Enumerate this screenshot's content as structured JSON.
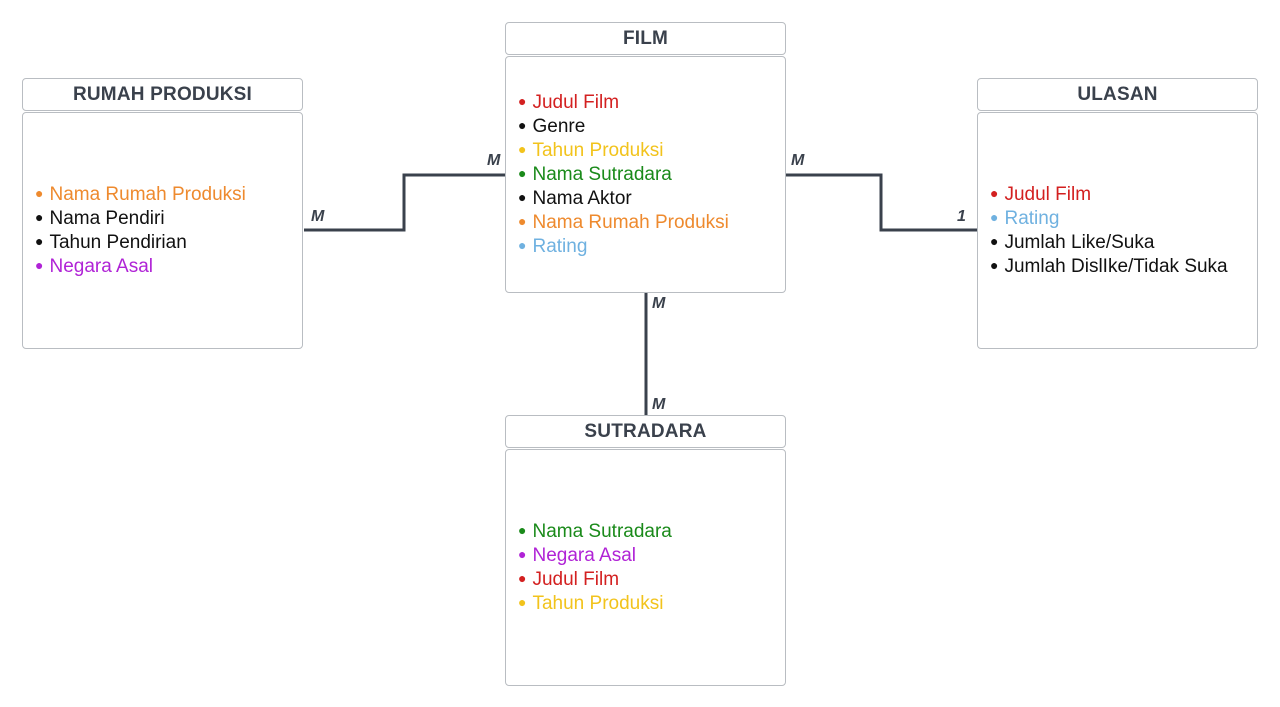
{
  "colors": {
    "red": "#d32020",
    "black": "#111111",
    "yellow": "#f2c31c",
    "green": "#1a8a1a",
    "orange": "#ee8a2e",
    "blue": "#6fb1e0",
    "purple": "#b023d6",
    "line": "#3a414c"
  },
  "entities": {
    "film": {
      "title": "FILM",
      "attributes": [
        {
          "text": "Judul Film",
          "color": "#d32020"
        },
        {
          "text": "Genre",
          "color": "#111111"
        },
        {
          "text": "Tahun Produksi",
          "color": "#f2c31c"
        },
        {
          "text": "Nama Sutradara",
          "color": "#1a8a1a"
        },
        {
          "text": "Nama Aktor",
          "color": "#111111"
        },
        {
          "text": "Nama Rumah Produksi",
          "color": "#ee8a2e"
        },
        {
          "text": "Rating",
          "color": "#6fb1e0"
        }
      ]
    },
    "rumah_produksi": {
      "title": "RUMAH PRODUKSI",
      "attributes": [
        {
          "text": "Nama Rumah Produksi",
          "color": "#ee8a2e"
        },
        {
          "text": "Nama Pendiri",
          "color": "#111111"
        },
        {
          "text": "Tahun Pendirian",
          "color": "#111111"
        },
        {
          "text": "Negara Asal",
          "color": "#b023d6"
        }
      ]
    },
    "ulasan": {
      "title": "ULASAN",
      "attributes": [
        {
          "text": "Judul Film",
          "color": "#d32020"
        },
        {
          "text": "Rating",
          "color": "#6fb1e0"
        },
        {
          "text": "Jumlah Like/Suka",
          "color": "#111111"
        },
        {
          "text": "Jumlah DislIke/Tidak Suka",
          "color": "#111111"
        }
      ]
    },
    "sutradara": {
      "title": "SUTRADARA",
      "attributes": [
        {
          "text": "Nama Sutradara",
          "color": "#1a8a1a"
        },
        {
          "text": "Negara Asal",
          "color": "#b023d6"
        },
        {
          "text": "Judul Film",
          "color": "#d32020"
        },
        {
          "text": "Tahun Produksi",
          "color": "#f2c31c"
        }
      ]
    }
  },
  "relations": {
    "film_rumah_produksi": {
      "rumah_produksi_side": "M",
      "film_side": "M"
    },
    "film_ulasan": {
      "film_side": "M",
      "ulasan_side": "1"
    },
    "film_sutradara": {
      "film_side": "M",
      "sutradara_side": "M"
    }
  }
}
